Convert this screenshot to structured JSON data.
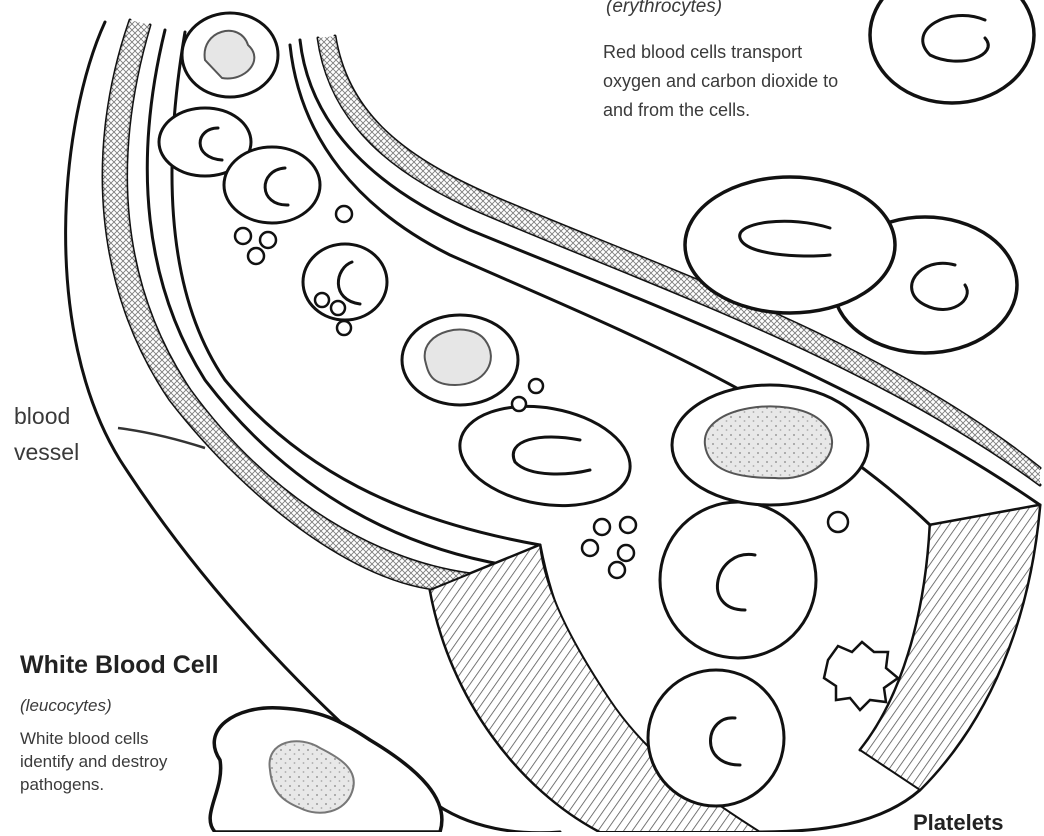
{
  "labels": {
    "red_cell_subtitle": "(erythrocytes)",
    "red_cell_description": "Red blood cells transport oxygen and carbon dioxide to and from the cells.",
    "blood_vessel": "blood vessel",
    "white_cell_title": "White Blood Cell",
    "white_cell_subtitle": "(leucocytes)",
    "white_cell_description": "White blood cells identify and destroy pathogens.",
    "platelets_title": "Platelets"
  },
  "colors": {
    "line": "#111111",
    "nucleus_fill": "#e6e6e6",
    "label_text": "#3a3a3a"
  }
}
